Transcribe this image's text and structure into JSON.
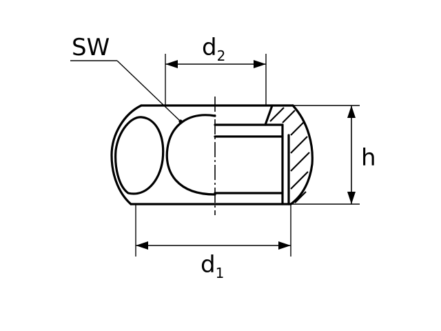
{
  "diagram": {
    "labels": {
      "sw": "SW",
      "d2_main": "d",
      "d2_sub": "2",
      "h": "h",
      "d1_main": "d",
      "d1_sub": "1"
    }
  }
}
